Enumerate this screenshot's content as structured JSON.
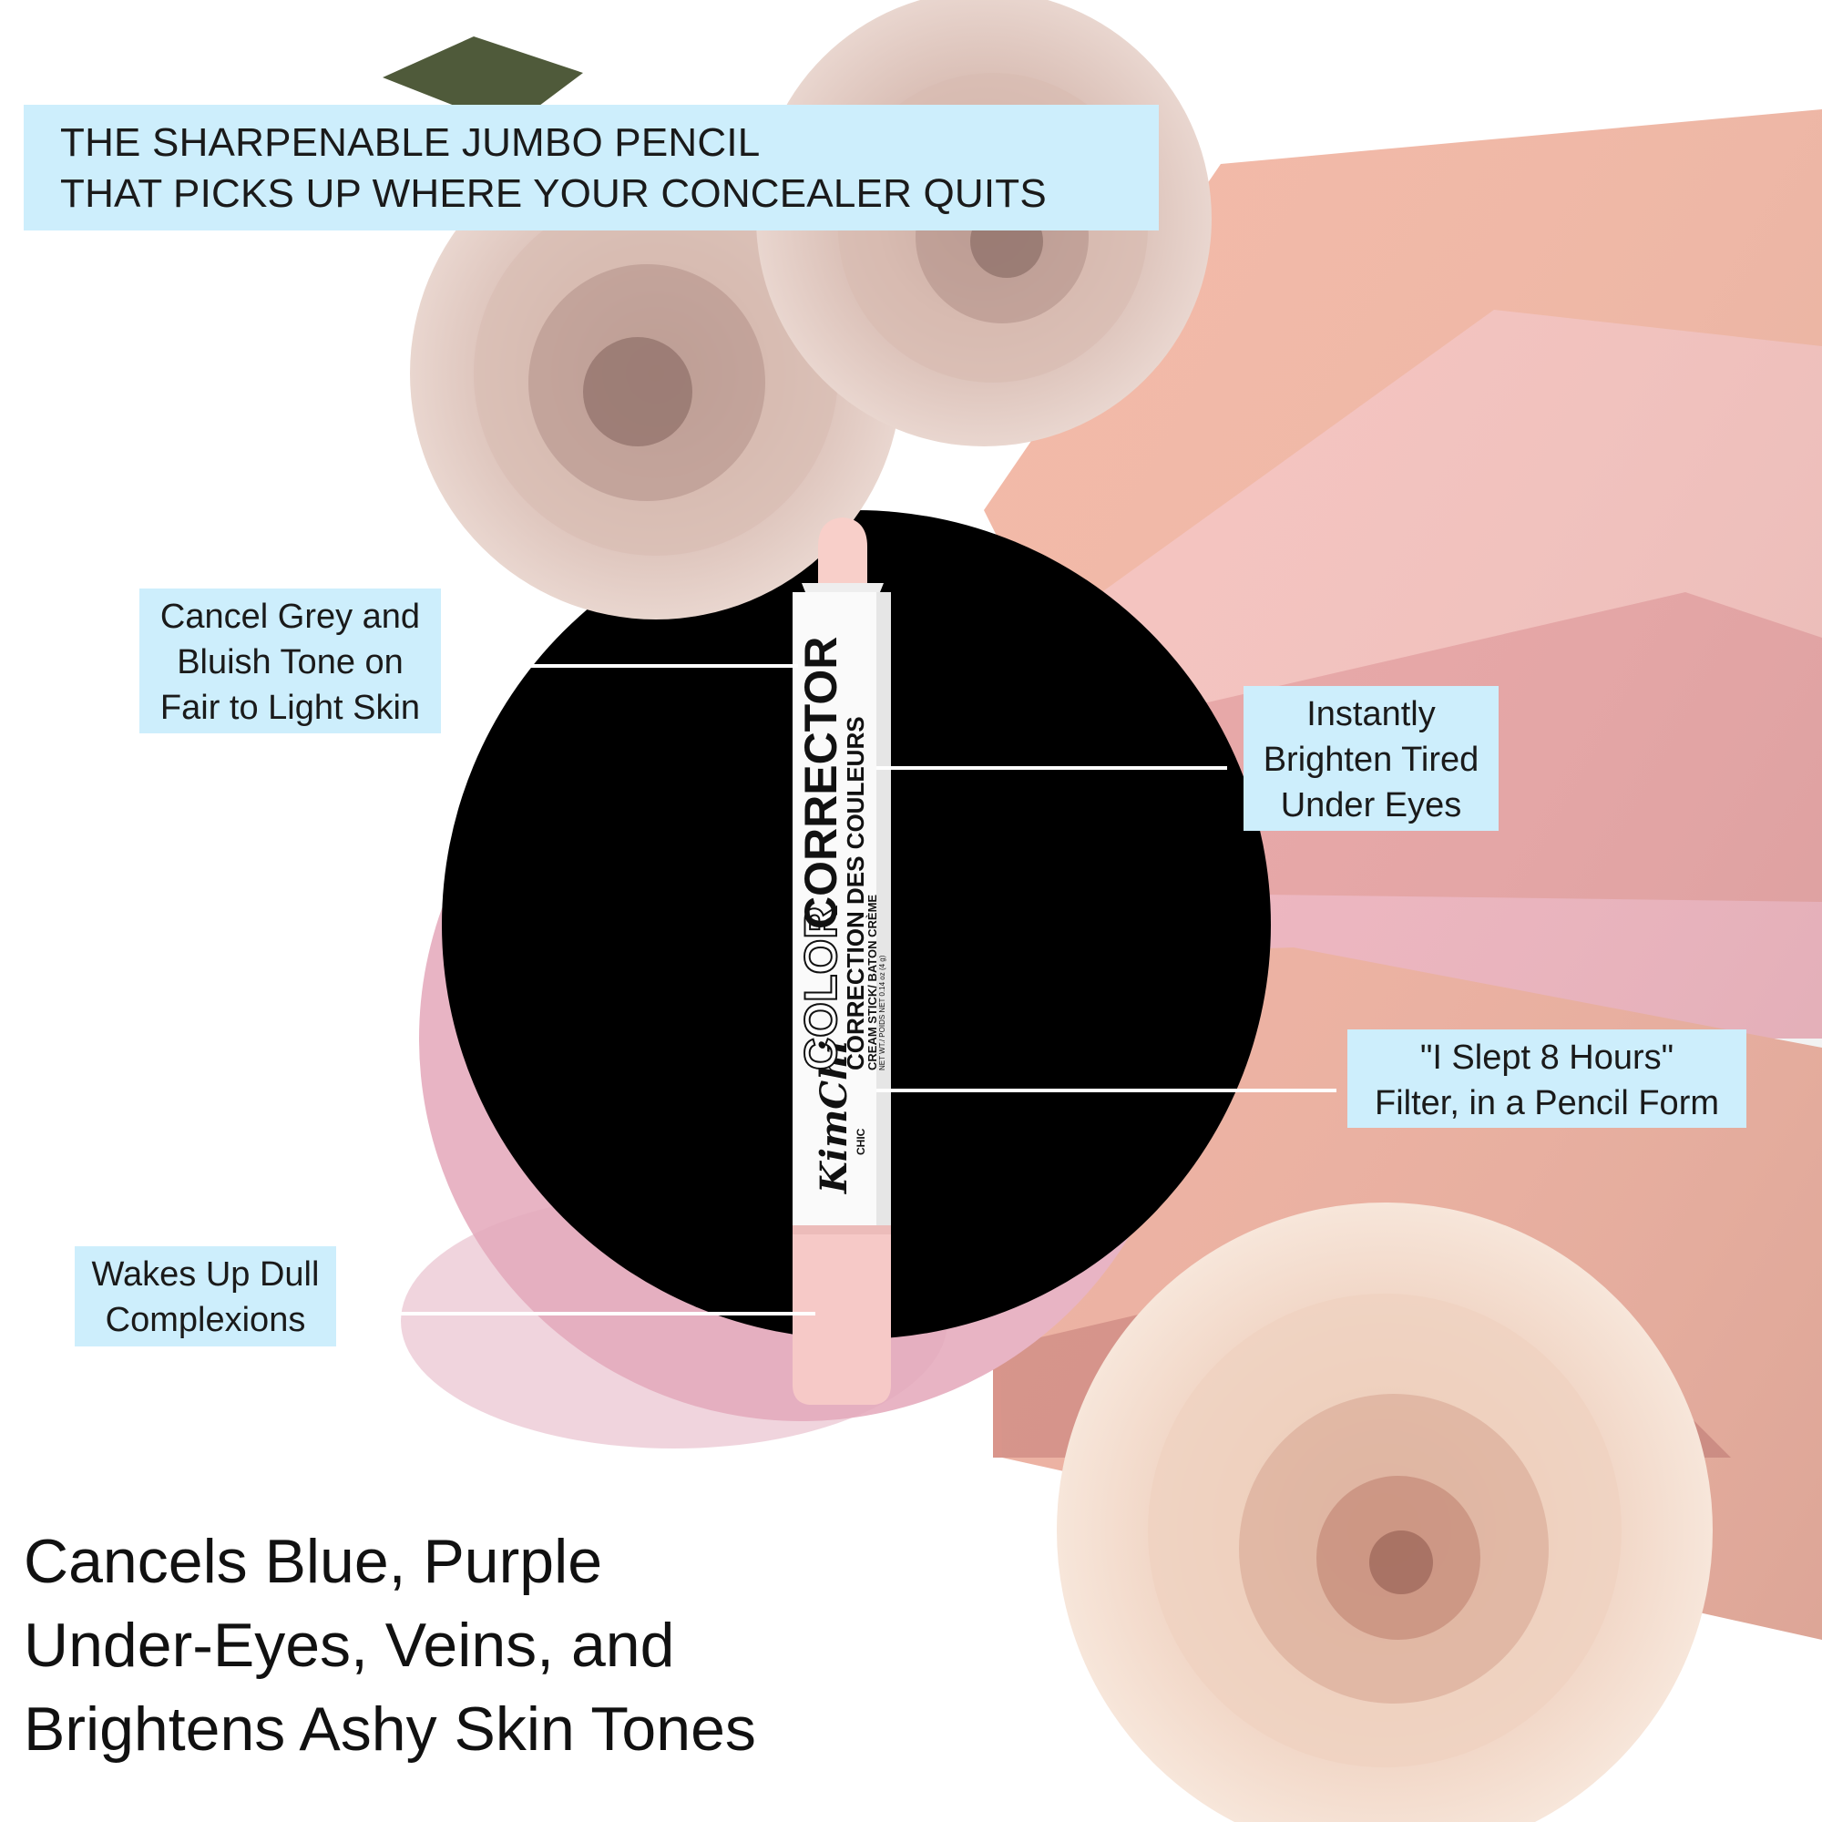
{
  "headline": {
    "line1": "THE SHARPENABLE JUMBO PENCIL",
    "line2": "THAT PICKS UP WHERE YOUR CONCEALER QUITS"
  },
  "callouts": {
    "grey": [
      "Cancel Grey and",
      "Bluish Tone on",
      "Fair to Light Skin"
    ],
    "brighten": [
      "Instantly",
      "Brighten Tired",
      "Under Eyes"
    ],
    "slept": [
      "\"I Slept 8 Hours\"",
      "Filter, in a Pencil Form"
    ],
    "wakes": [
      "Wakes Up Dull",
      "Complexions"
    ]
  },
  "tagline": [
    "Cancels Blue, Purple",
    "Under-Eyes, Veins, and",
    "Brightens Ashy Skin Tones"
  ],
  "product": {
    "brand": "KimChi",
    "brand_sub": "CHIC",
    "name_1": "COLOR",
    "name_2": "CORRECTOR",
    "french": "CORRECTION DES COULEURS",
    "type": "CREAM STICK/ BATON CRÈME",
    "weight": "NET WT./ POIDS NET 0.14 oz (4 g)"
  },
  "colors": {
    "callout_bg": "#cdeefc",
    "plate": "#e8b4c4",
    "black_circle": "#000000",
    "pencil_tip": "#f8cfc9"
  },
  "icons": [
    "rose-icon",
    "kimchi-logo-icon"
  ]
}
